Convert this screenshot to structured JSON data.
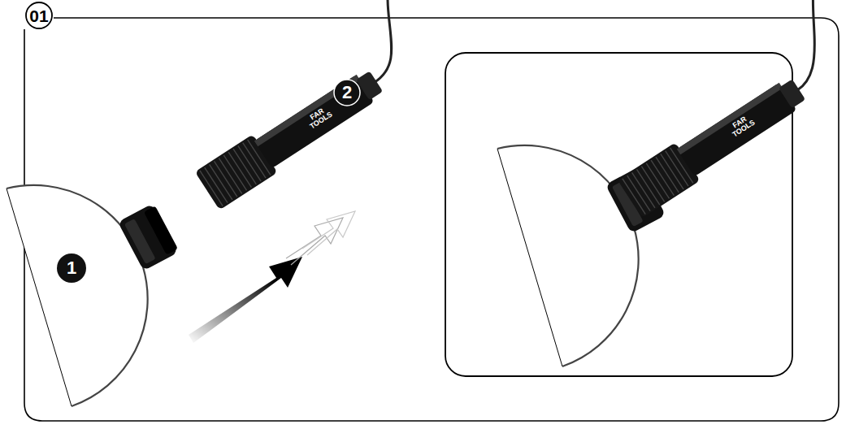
{
  "diagram": {
    "labels": [
      "01",
      "1",
      "2",
      "FAR TOOLS",
      "FAR TOOLS"
    ]
  }
}
